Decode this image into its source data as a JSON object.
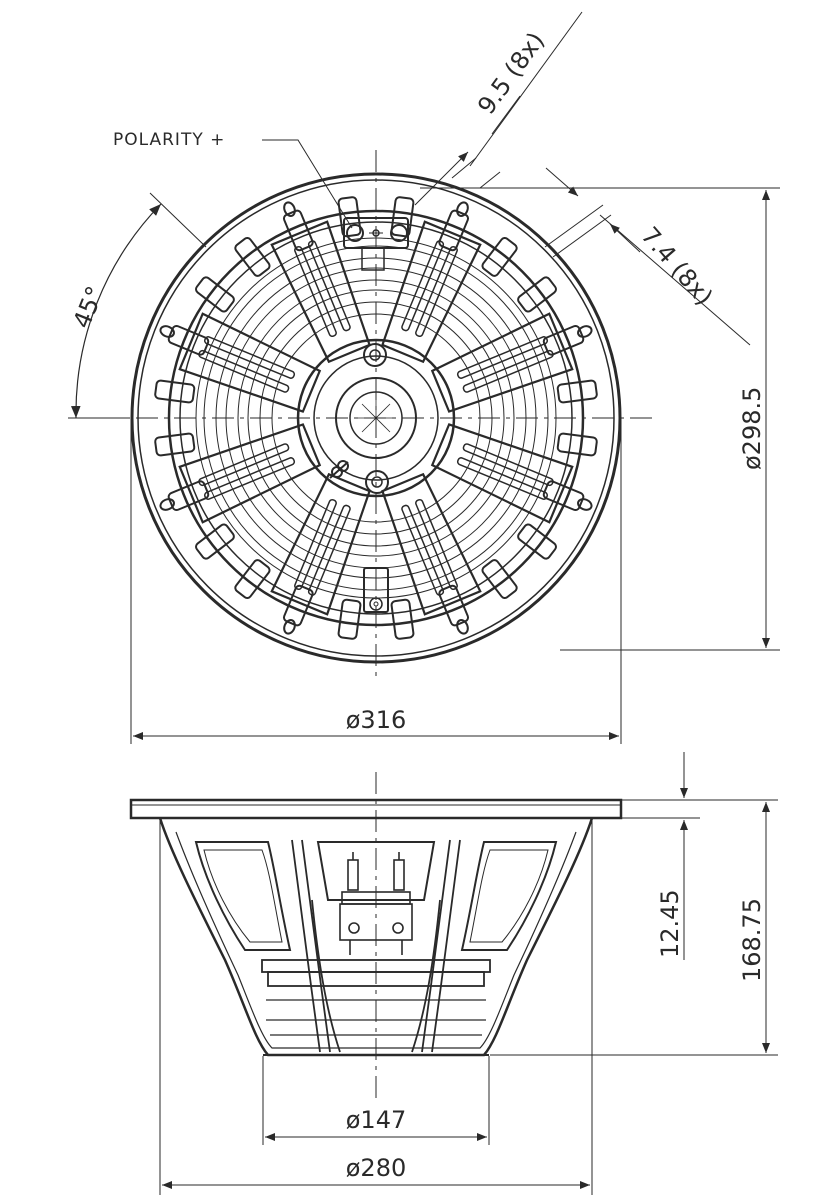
{
  "labels": {
    "polarity": "POLARITY +",
    "angle": "45°",
    "hole_spacing": "9.5 (8x)",
    "hole_diameter": "7.4 (8x)",
    "bolt_circle": "ø298.5",
    "outer_diameter": "ø316",
    "flange_thickness": "12.45",
    "overall_depth": "168.75",
    "magnet_diameter": "ø147",
    "baffle_cutout": "ø280"
  },
  "colors": {
    "line": "#2a2a2a",
    "background": "#ffffff"
  },
  "icons": {
    "polarity_mark": "plus-icon",
    "logo": "logo-icon"
  }
}
